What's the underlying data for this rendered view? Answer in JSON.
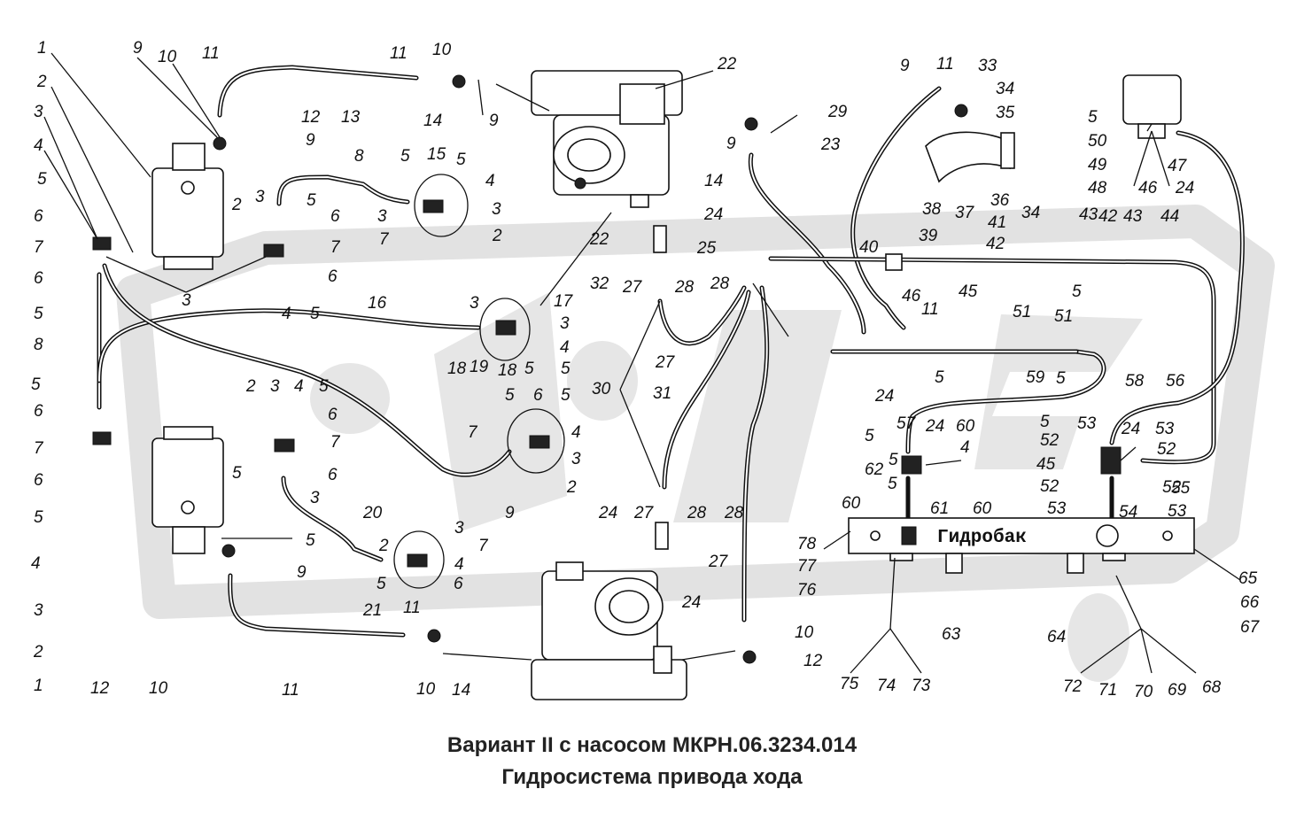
{
  "caption": {
    "line1": "Вариант II с насосом МКРН.06.3234.014",
    "line2": "Гидросистема привода хода"
  },
  "tank_label": "Гидробак",
  "colors": {
    "ink": "#111111",
    "watermark": "#e6e6e6",
    "background": "#ffffff"
  },
  "callouts": [
    "1",
    "2",
    "3",
    "4",
    "5",
    "6",
    "7",
    "6",
    "5",
    "8",
    "5",
    "6",
    "7",
    "6",
    "5",
    "4",
    "3",
    "2",
    "1",
    "9",
    "10",
    "11",
    "12",
    "9",
    "13",
    "11",
    "10",
    "14",
    "9",
    "22",
    "8",
    "5",
    "15",
    "5",
    "4",
    "3",
    "3",
    "2",
    "7",
    "2",
    "3",
    "5",
    "6",
    "7",
    "6",
    "5",
    "4",
    "3",
    "16",
    "3",
    "17",
    "3",
    "4",
    "5",
    "18",
    "19",
    "18",
    "5",
    "2",
    "3",
    "4",
    "5",
    "6",
    "7",
    "6",
    "5",
    "3",
    "5",
    "6",
    "5",
    "7",
    "4",
    "3",
    "2",
    "20",
    "2",
    "3",
    "7",
    "4",
    "5",
    "6",
    "5",
    "9",
    "12",
    "10",
    "11",
    "21",
    "11",
    "10",
    "14",
    "9",
    "22",
    "32",
    "27",
    "28",
    "28",
    "27",
    "31",
    "30",
    "24",
    "27",
    "28",
    "28",
    "27",
    "29",
    "9",
    "23",
    "14",
    "24",
    "25",
    "24",
    "10",
    "12",
    "9",
    "11",
    "33",
    "34",
    "35",
    "34",
    "36",
    "37",
    "38",
    "39",
    "40",
    "41",
    "42",
    "43",
    "42",
    "43",
    "44",
    "45",
    "5",
    "5",
    "50",
    "49",
    "48",
    "46",
    "47",
    "24",
    "46",
    "11",
    "51",
    "51",
    "24",
    "5",
    "59",
    "5",
    "58",
    "56",
    "57",
    "24",
    "60",
    "5",
    "5",
    "4",
    "62",
    "5",
    "60",
    "61",
    "60",
    "5",
    "53",
    "24",
    "53",
    "52",
    "52",
    "45",
    "55",
    "52",
    "52",
    "53",
    "54",
    "53",
    "78",
    "77",
    "76",
    "63",
    "64",
    "65",
    "66",
    "67",
    "75",
    "74",
    "73",
    "72",
    "71",
    "70",
    "69",
    "68"
  ]
}
